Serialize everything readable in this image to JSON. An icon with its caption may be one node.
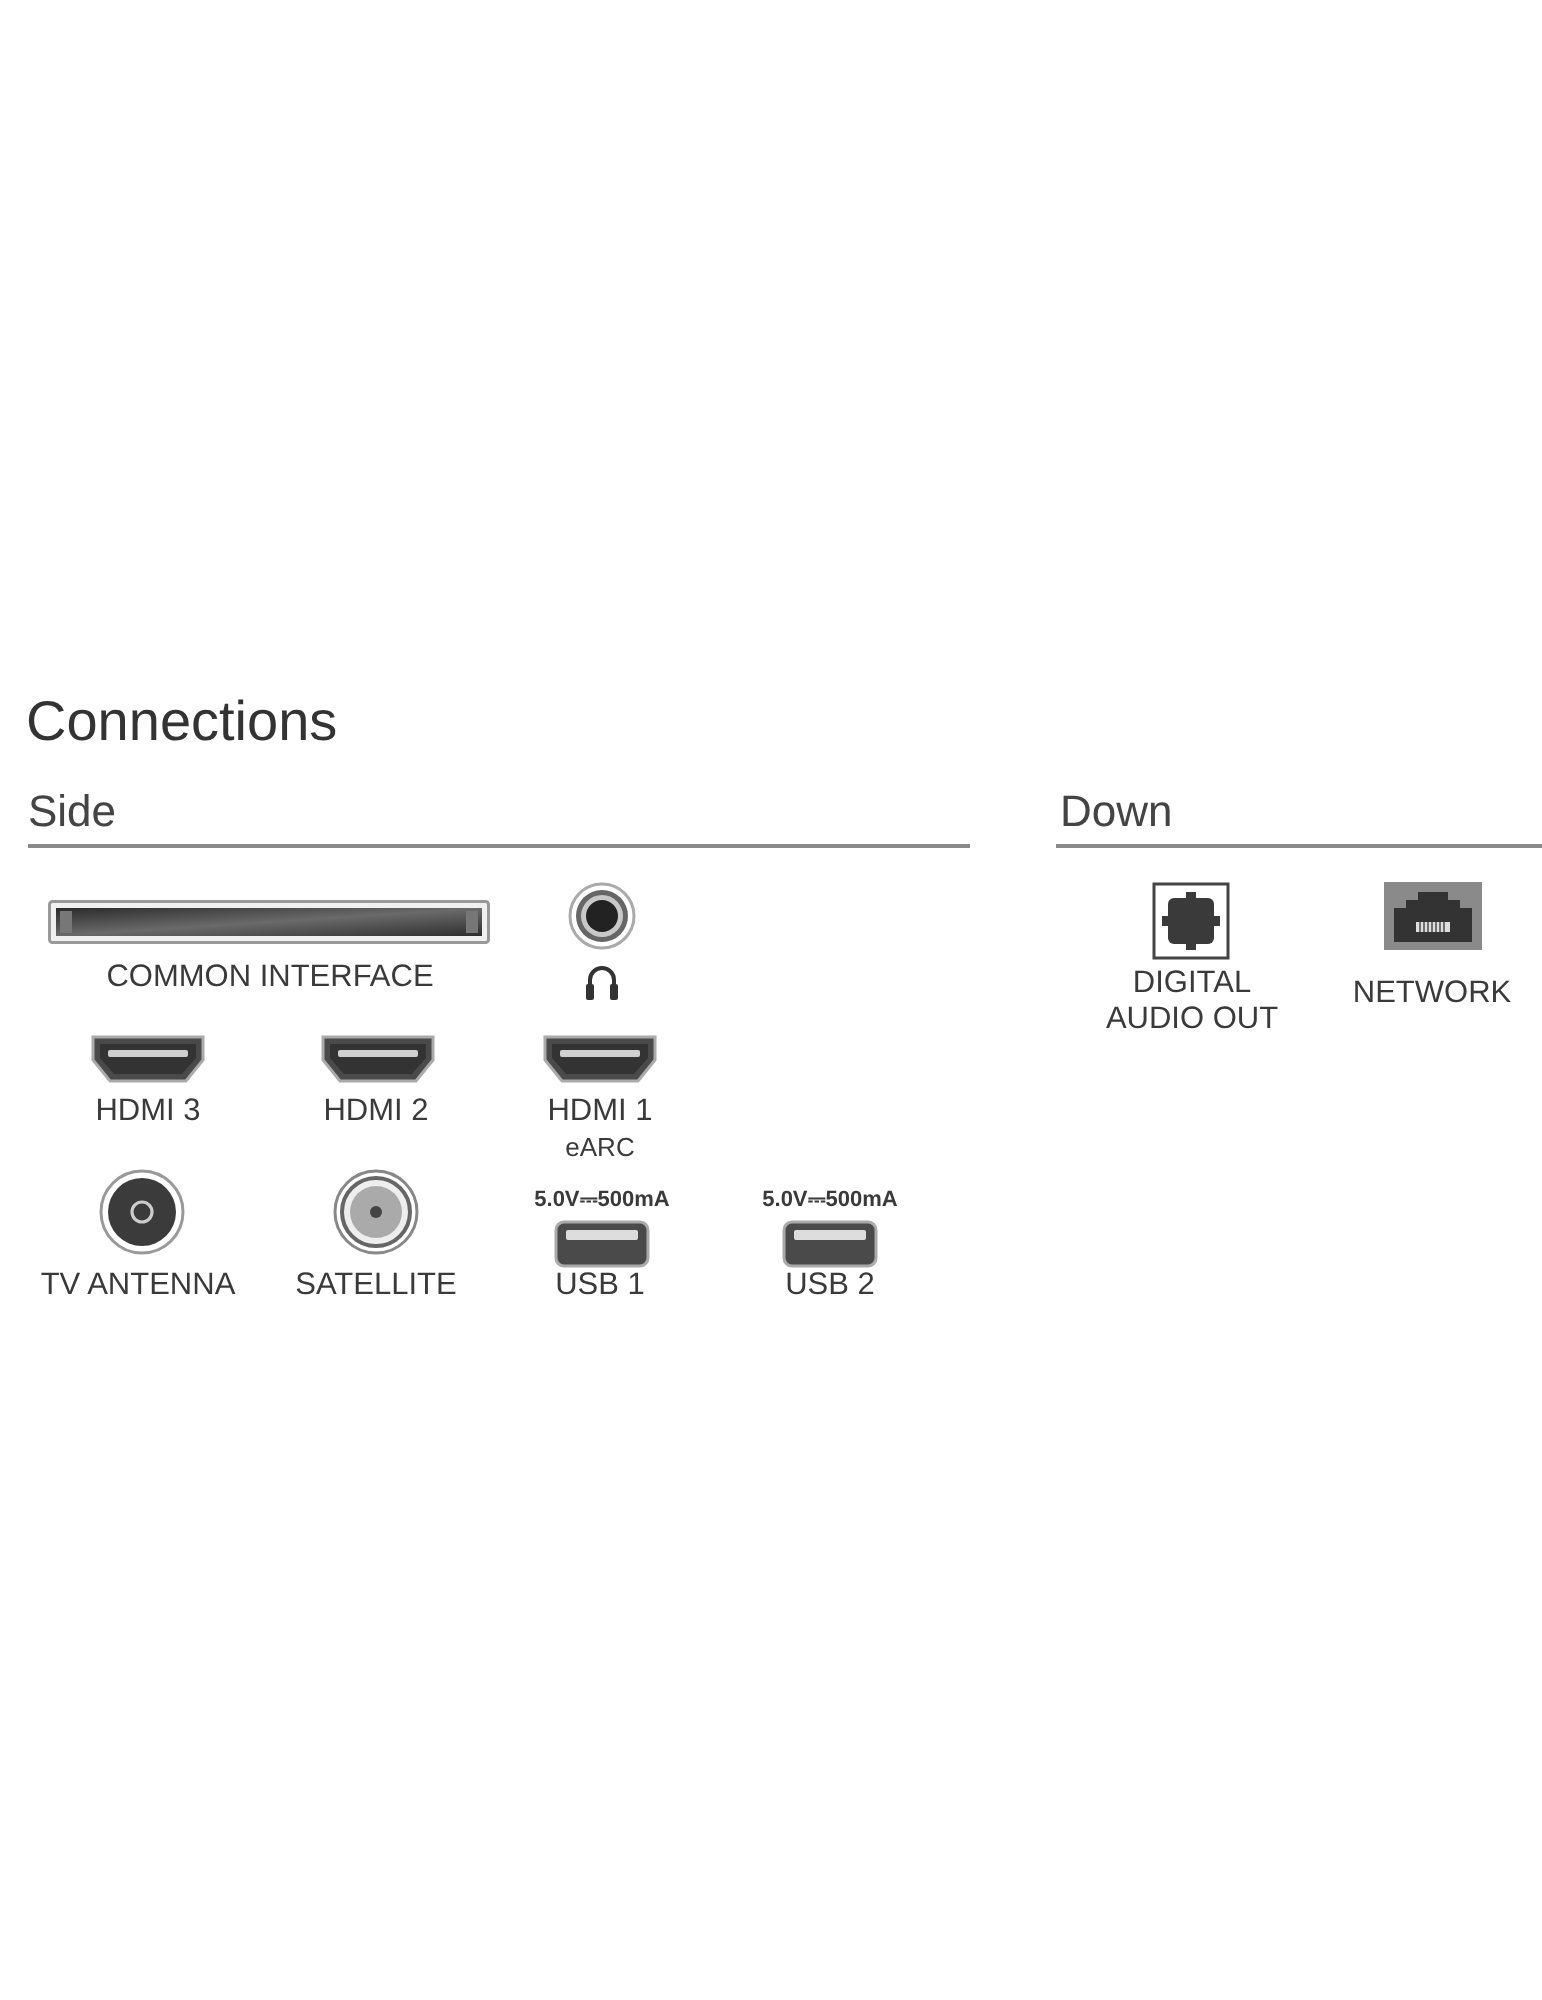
{
  "diagram": {
    "title": "Connections",
    "labels": [
      "Side",
      "COMMON INTERFACE",
      "HDMI 3",
      "HDMI 2",
      "HDMI 1",
      "eARC",
      "5.0V⎓500mA",
      "5.0V⎓500mA",
      "TV ANTENNA",
      "SATELLITE",
      "USB 1",
      "USB 2",
      "Down",
      "DIGITAL AUDIO OUT",
      "NETWORK"
    ]
  }
}
